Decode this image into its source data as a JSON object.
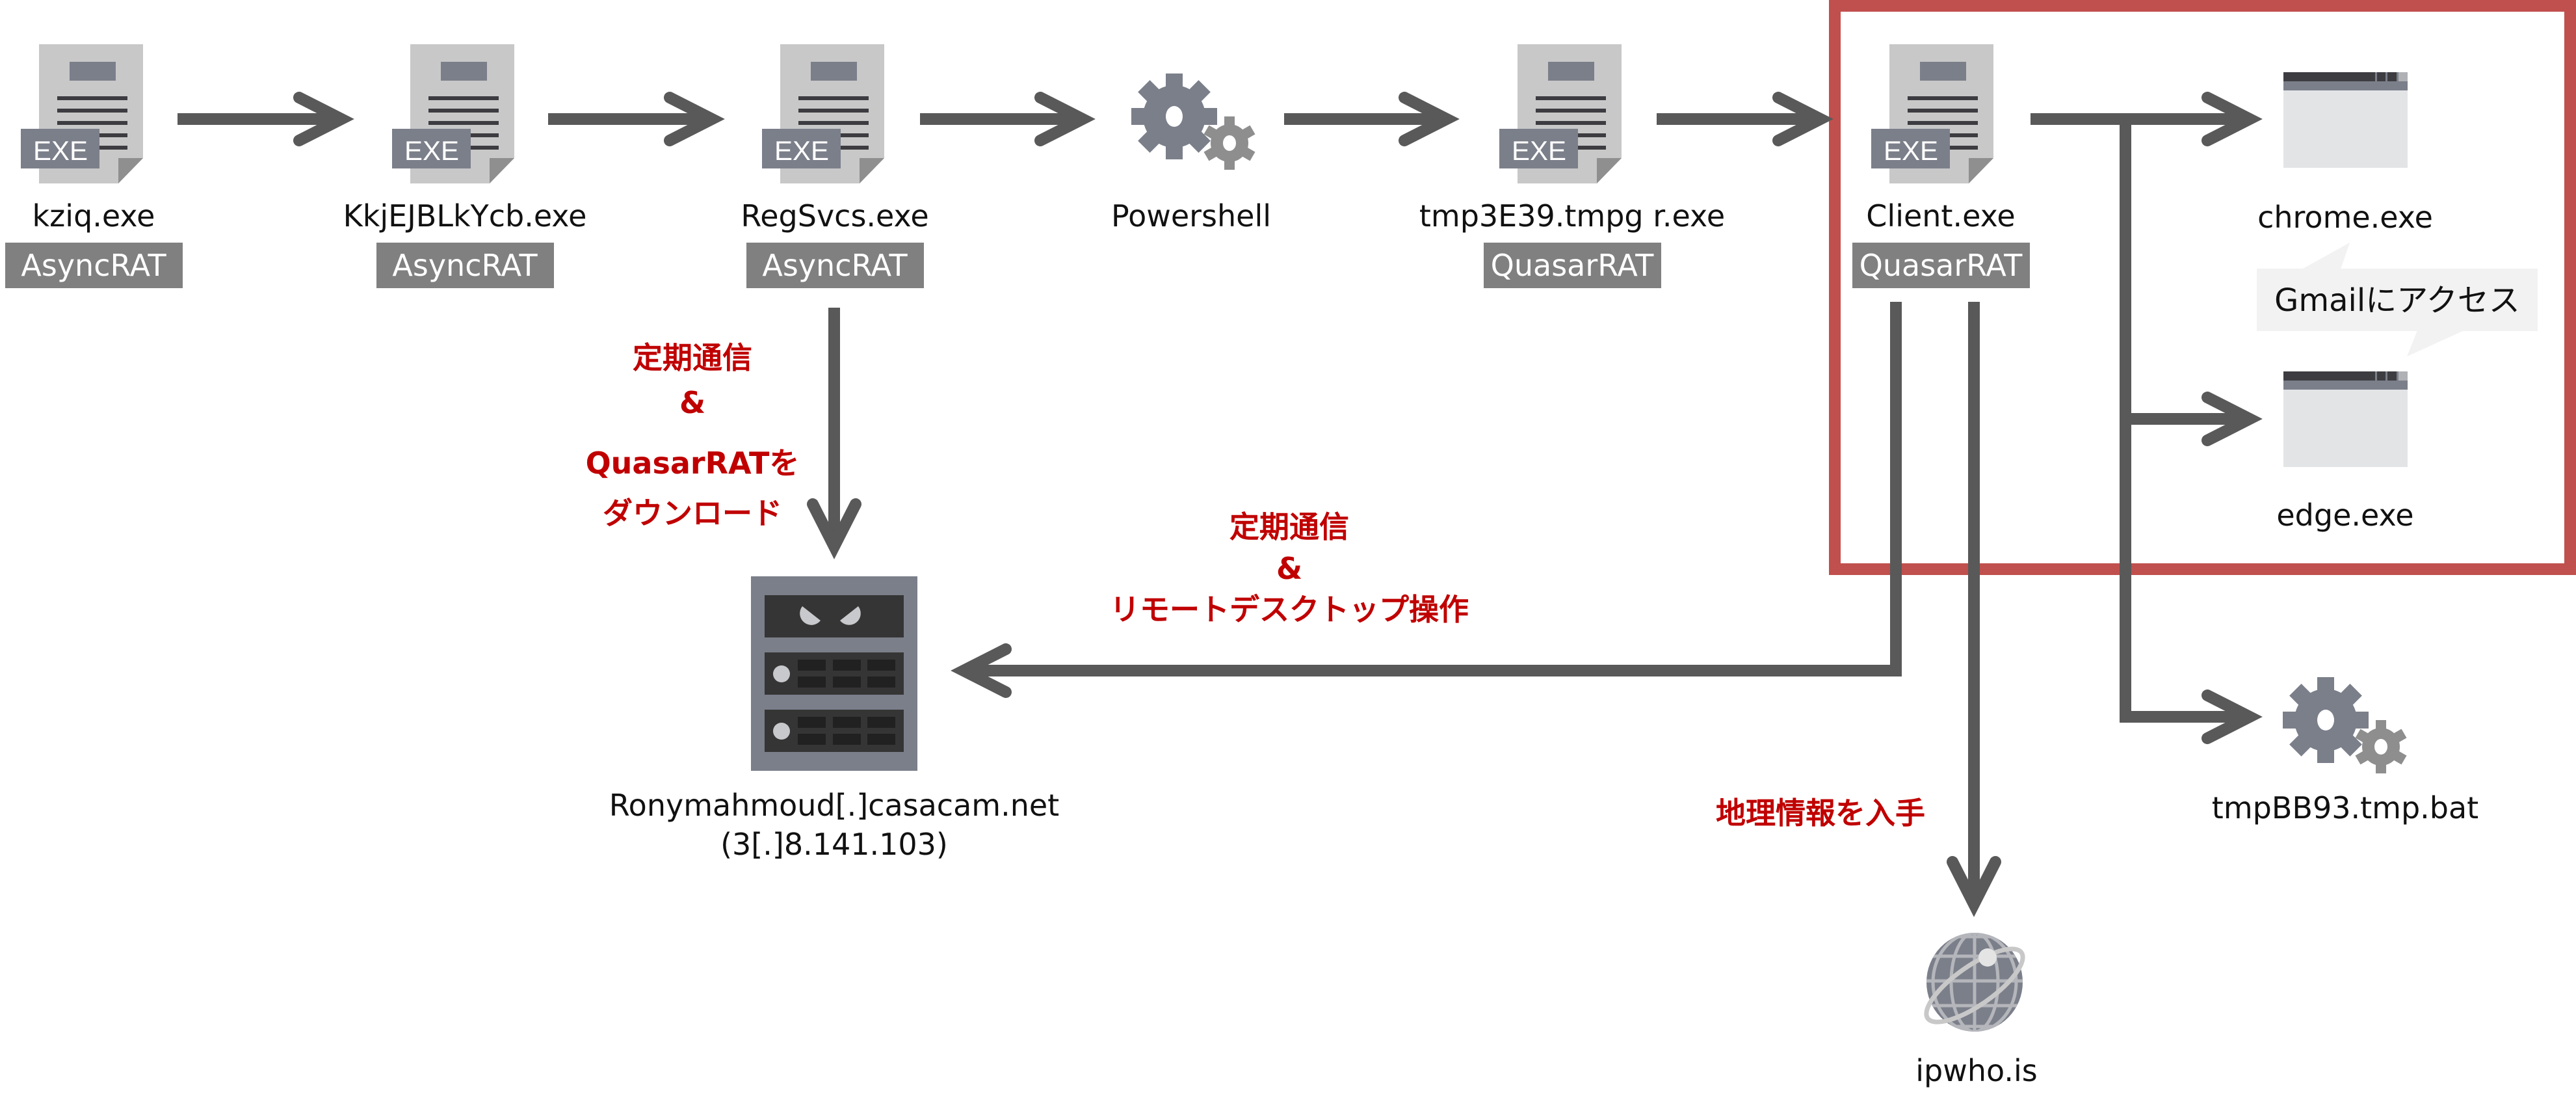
{
  "colors": {
    "arrow": "#595959",
    "highlight_box": "#c0504d",
    "annotation_red": "#c00000",
    "badge_bg": "#808080",
    "icon_gray": "#7b7f8a",
    "doc_paper": "#c8c8c8"
  },
  "nodes": {
    "kziq": {
      "name": "kziq.exe",
      "badge": "AsyncRAT",
      "icon": "exe-file-icon",
      "icon_badge": "EXE"
    },
    "kkj": {
      "name": "KkjEJBLkYcb.exe",
      "badge": "AsyncRAT",
      "icon": "exe-file-icon",
      "icon_badge": "EXE"
    },
    "regsvcs": {
      "name": "RegSvcs.exe",
      "badge": "AsyncRAT",
      "icon": "exe-file-icon",
      "icon_badge": "EXE"
    },
    "powershell": {
      "name": "Powershell",
      "icon": "gears-icon"
    },
    "tmp3e39": {
      "name": "tmp3E39.tmpg r.exe",
      "badge": "QuasarRAT",
      "icon": "exe-file-icon",
      "icon_badge": "EXE"
    },
    "client": {
      "name": "Client.exe",
      "badge": "QuasarRAT",
      "icon": "exe-file-icon",
      "icon_badge": "EXE"
    },
    "chrome": {
      "name": "chrome.exe",
      "icon": "browser-window-icon"
    },
    "edge": {
      "name": "edge.exe",
      "icon": "browser-window-icon"
    },
    "tmpbb93": {
      "name": "tmpBB93.tmp.bat",
      "icon": "gears-icon"
    },
    "c2server": {
      "name": "Ronymahmoud[.]casacam.net",
      "ip": "(3[.]8.141.103)",
      "icon": "malicious-server-icon"
    },
    "ipwho": {
      "name": "ipwho.is",
      "icon": "globe-icon"
    }
  },
  "annotations": {
    "regsvcs_to_server": [
      "定期通信",
      "&",
      "QuasarRATを",
      "ダウンロード"
    ],
    "client_to_server": [
      "定期通信",
      "&",
      "リモートデスクトップ操作"
    ],
    "client_to_ipwho": "地理情報を入手",
    "browser_bubble": "Gmailにアクセス"
  }
}
